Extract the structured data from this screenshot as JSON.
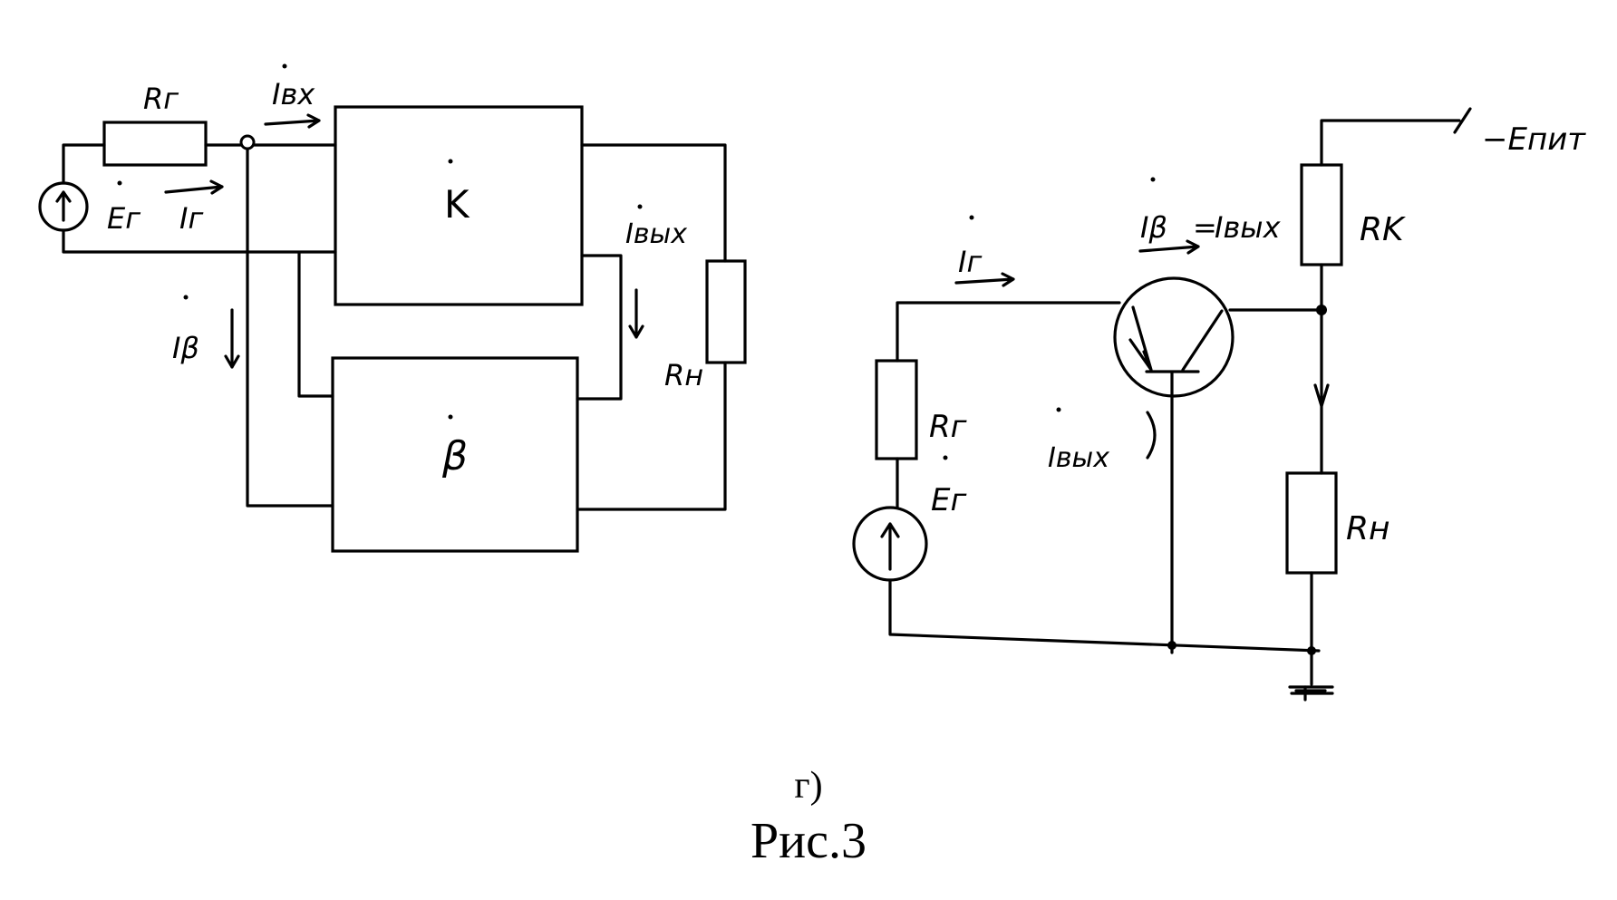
{
  "figure": {
    "sublabel": "г)",
    "caption": "Рис.3"
  },
  "left_circuit": {
    "block_K": "K",
    "block_beta": "β",
    "resistor_source": "Rг",
    "resistor_load": "Rн",
    "source_emf": "Eг",
    "current_source": "Iг",
    "current_input": "Iвх",
    "current_feedback": "Iβ",
    "current_output": "Iвых"
  },
  "right_circuit": {
    "resistor_collector": "RK",
    "resistor_source": "Rг",
    "resistor_load": "Rн",
    "source_emf": "Eг",
    "current_source": "Iг",
    "current_feedback": "Iβ",
    "current_equality_sign": "=",
    "current_output": "Iвых",
    "supply": "−Eпит"
  }
}
